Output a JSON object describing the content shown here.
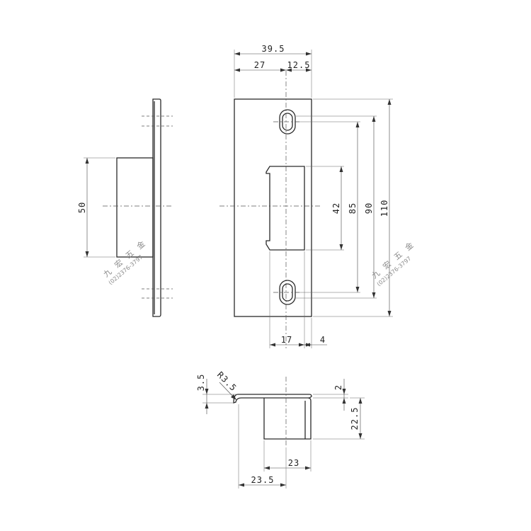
{
  "dimensions": {
    "overall_width": "39.5",
    "left_offset": "27",
    "right_offset": "12.5",
    "side_height": "50",
    "opening_height": "42",
    "hole_pitch_85": "85",
    "hole_pitch_90": "90",
    "overall_height": "110",
    "opening_depth": "17",
    "lip_offset": "4",
    "plate_thickness": "3.5",
    "radius": "R3.5",
    "flange_thickness": "2",
    "box_depth": "22.5",
    "box_width": "23",
    "bottom_width": "23.5"
  },
  "watermark": {
    "name": "九 宏 五 金",
    "phone_left": "(02)2376-3797",
    "phone_right": "(02)2376-3797"
  }
}
